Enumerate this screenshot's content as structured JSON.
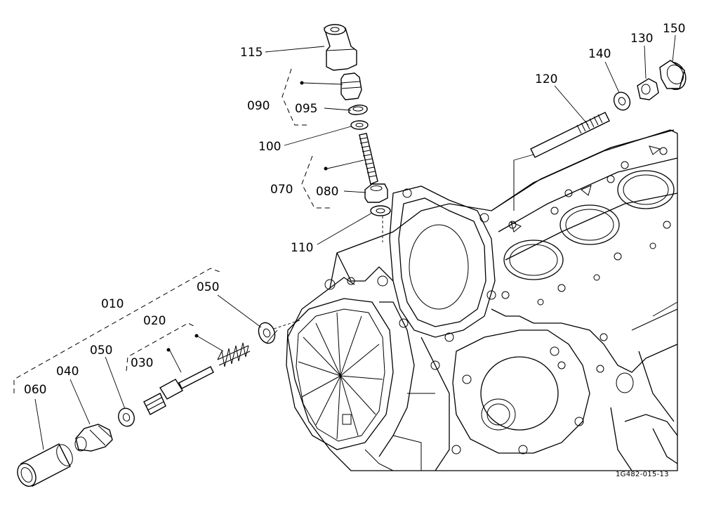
{
  "diagram": {
    "drawing_code": "1G482-015-13",
    "callouts": [
      {
        "id": "115",
        "text": "115"
      },
      {
        "id": "090",
        "text": "090"
      },
      {
        "id": "095",
        "text": "095"
      },
      {
        "id": "100",
        "text": "100"
      },
      {
        "id": "070",
        "text": "070"
      },
      {
        "id": "080",
        "text": "080"
      },
      {
        "id": "110",
        "text": "110"
      },
      {
        "id": "120",
        "text": "120"
      },
      {
        "id": "140",
        "text": "140"
      },
      {
        "id": "130",
        "text": "130"
      },
      {
        "id": "150",
        "text": "150"
      },
      {
        "id": "010",
        "text": "010"
      },
      {
        "id": "020",
        "text": "020"
      },
      {
        "id": "050a",
        "text": "050"
      },
      {
        "id": "050b",
        "text": "050"
      },
      {
        "id": "040",
        "text": "040"
      },
      {
        "id": "030",
        "text": "030"
      },
      {
        "id": "060",
        "text": "060"
      }
    ]
  }
}
